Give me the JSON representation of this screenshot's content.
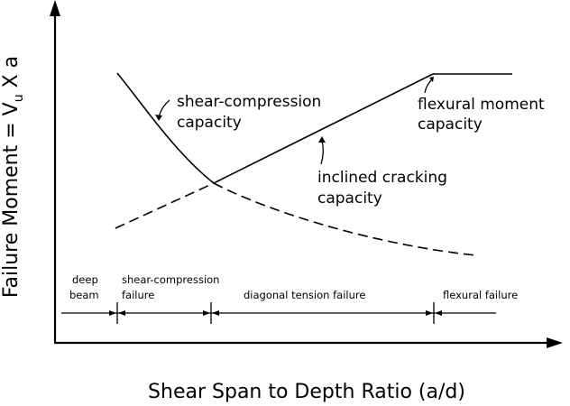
{
  "axes": {
    "y_label_prefix": "Failure Moment = V",
    "y_label_sub": "u",
    "y_label_suffix": " X a",
    "x_label": "Shear Span to Depth Ratio (a/d)"
  },
  "curves": {
    "shear_compression": [
      "shear-compression",
      "capacity"
    ],
    "flexural_moment": [
      "flexural moment",
      "capacity"
    ],
    "inclined_cracking": [
      "inclined cracking",
      "capacity"
    ]
  },
  "regions": {
    "deep_beam": [
      "deep",
      "beam"
    ],
    "shear_compression_failure": [
      "shear-compression",
      "failure"
    ],
    "diagonal_tension_failure": "diagonal tension failure",
    "flexural_failure": "flexural failure"
  },
  "colors": {
    "ink": "#000000",
    "background": "#ffffff"
  }
}
